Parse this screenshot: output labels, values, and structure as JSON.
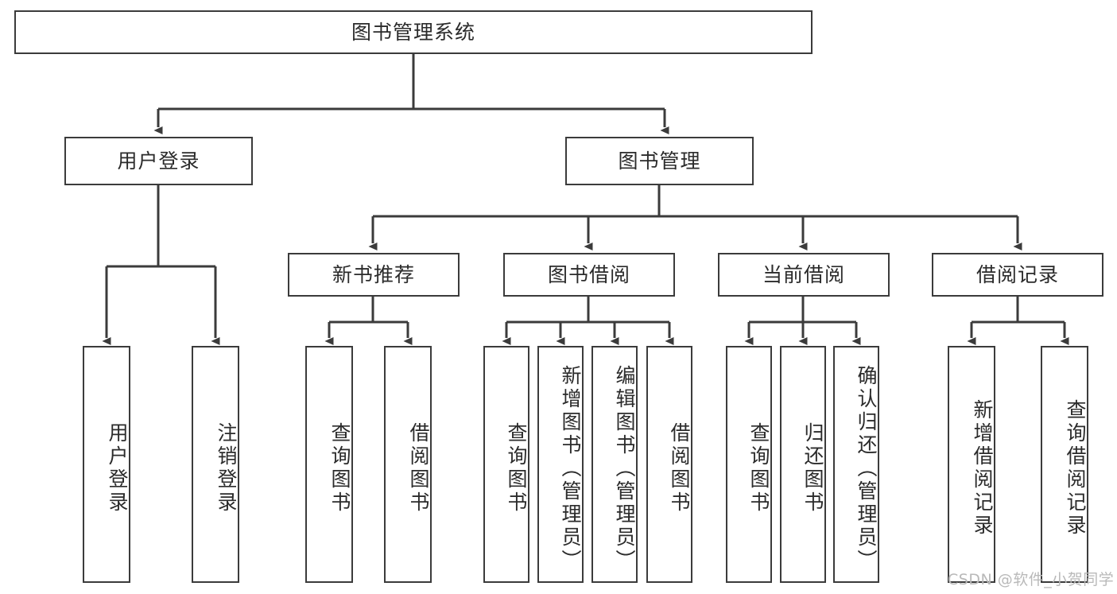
{
  "diagram": {
    "type": "tree-hierarchy",
    "title": "图书管理系统",
    "orientation": "top-down",
    "line_color": "#3b3b3b",
    "box_fill": "#ffffff",
    "text_color": "#2b2b2b"
  },
  "root": {
    "label": "图书管理系统"
  },
  "level2": [
    {
      "label": "用户登录"
    },
    {
      "label": "图书管理"
    }
  ],
  "level3": [
    {
      "label": "新书推荐"
    },
    {
      "label": "图书借阅"
    },
    {
      "label": "当前借阅"
    },
    {
      "label": "借阅记录"
    }
  ],
  "leaves": {
    "user_login": [
      {
        "label": "用户登录"
      },
      {
        "label": "注销登录"
      }
    ],
    "new_book": [
      {
        "label": "查询图书"
      },
      {
        "label": "借阅图书"
      }
    ],
    "book_borrow": [
      {
        "label": "查询图书"
      },
      {
        "label": "新增图书（管理员）"
      },
      {
        "label": "编辑图书（管理员）"
      },
      {
        "label": "借阅图书"
      }
    ],
    "current_borrow": [
      {
        "label": "查询图书"
      },
      {
        "label": "归还图书"
      },
      {
        "label": "确认归还（管理员）"
      }
    ],
    "borrow_record": [
      {
        "label": "新增借阅记录"
      },
      {
        "label": "查询借阅记录"
      }
    ]
  },
  "watermark": {
    "text": "CSDN @软件_小贺同学",
    "color": "#b9b9b9"
  }
}
